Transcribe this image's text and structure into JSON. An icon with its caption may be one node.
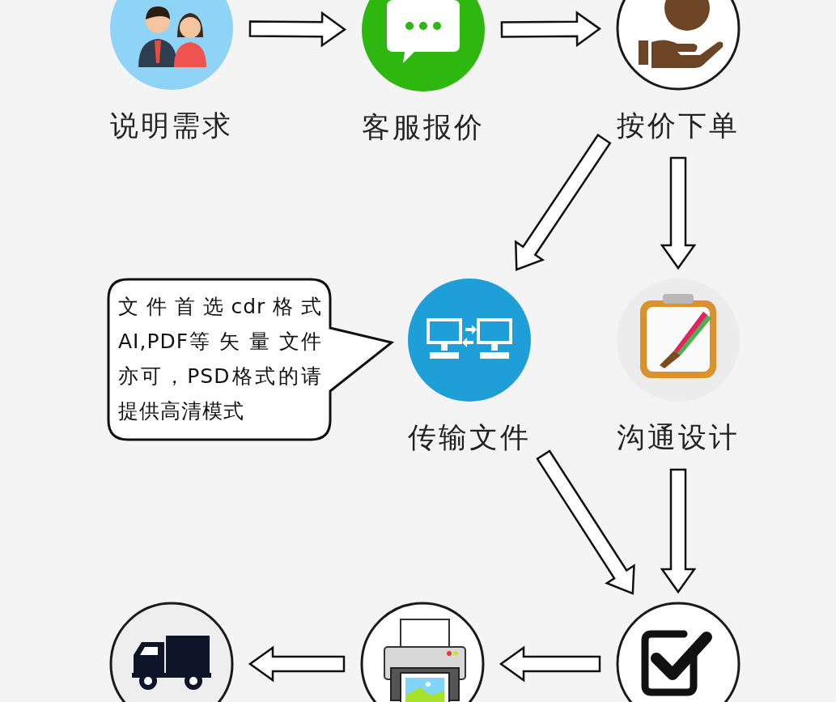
{
  "diagram": {
    "nodes": [
      {
        "text": [
          "说明需求"
        ]
      },
      {
        "text": [
          "客服报价"
        ]
      },
      {
        "text": [
          "按价下单"
        ]
      },
      {
        "text": [
          "文件首选cdr格式AI,PDF等 矢 量 文件亦可，PSD格式的请提供高清模式"
        ]
      },
      {
        "text": [
          "传输文件"
        ]
      },
      {
        "text": [
          "沟通设计"
        ]
      },
      {
        "text": [],
        "shape": "picture"
      },
      {
        "text": [],
        "shape": "picture"
      },
      {
        "text": [],
        "shape": "picture"
      }
    ],
    "edges": [
      {
        "from": 0,
        "to": 1,
        "arrow": "to"
      },
      {
        "from": 1,
        "to": 2,
        "arrow": "to"
      },
      {
        "from": 2,
        "to": 4,
        "arrow": "to"
      },
      {
        "from": 2,
        "to": 5,
        "arrow": "to"
      },
      {
        "from": 4,
        "to": 8,
        "arrow": "to"
      },
      {
        "from": 5,
        "to": 8,
        "arrow": "to"
      },
      {
        "from": 8,
        "to": 7,
        "arrow": "to"
      },
      {
        "from": 7,
        "to": 6,
        "arrow": "to"
      }
    ]
  }
}
